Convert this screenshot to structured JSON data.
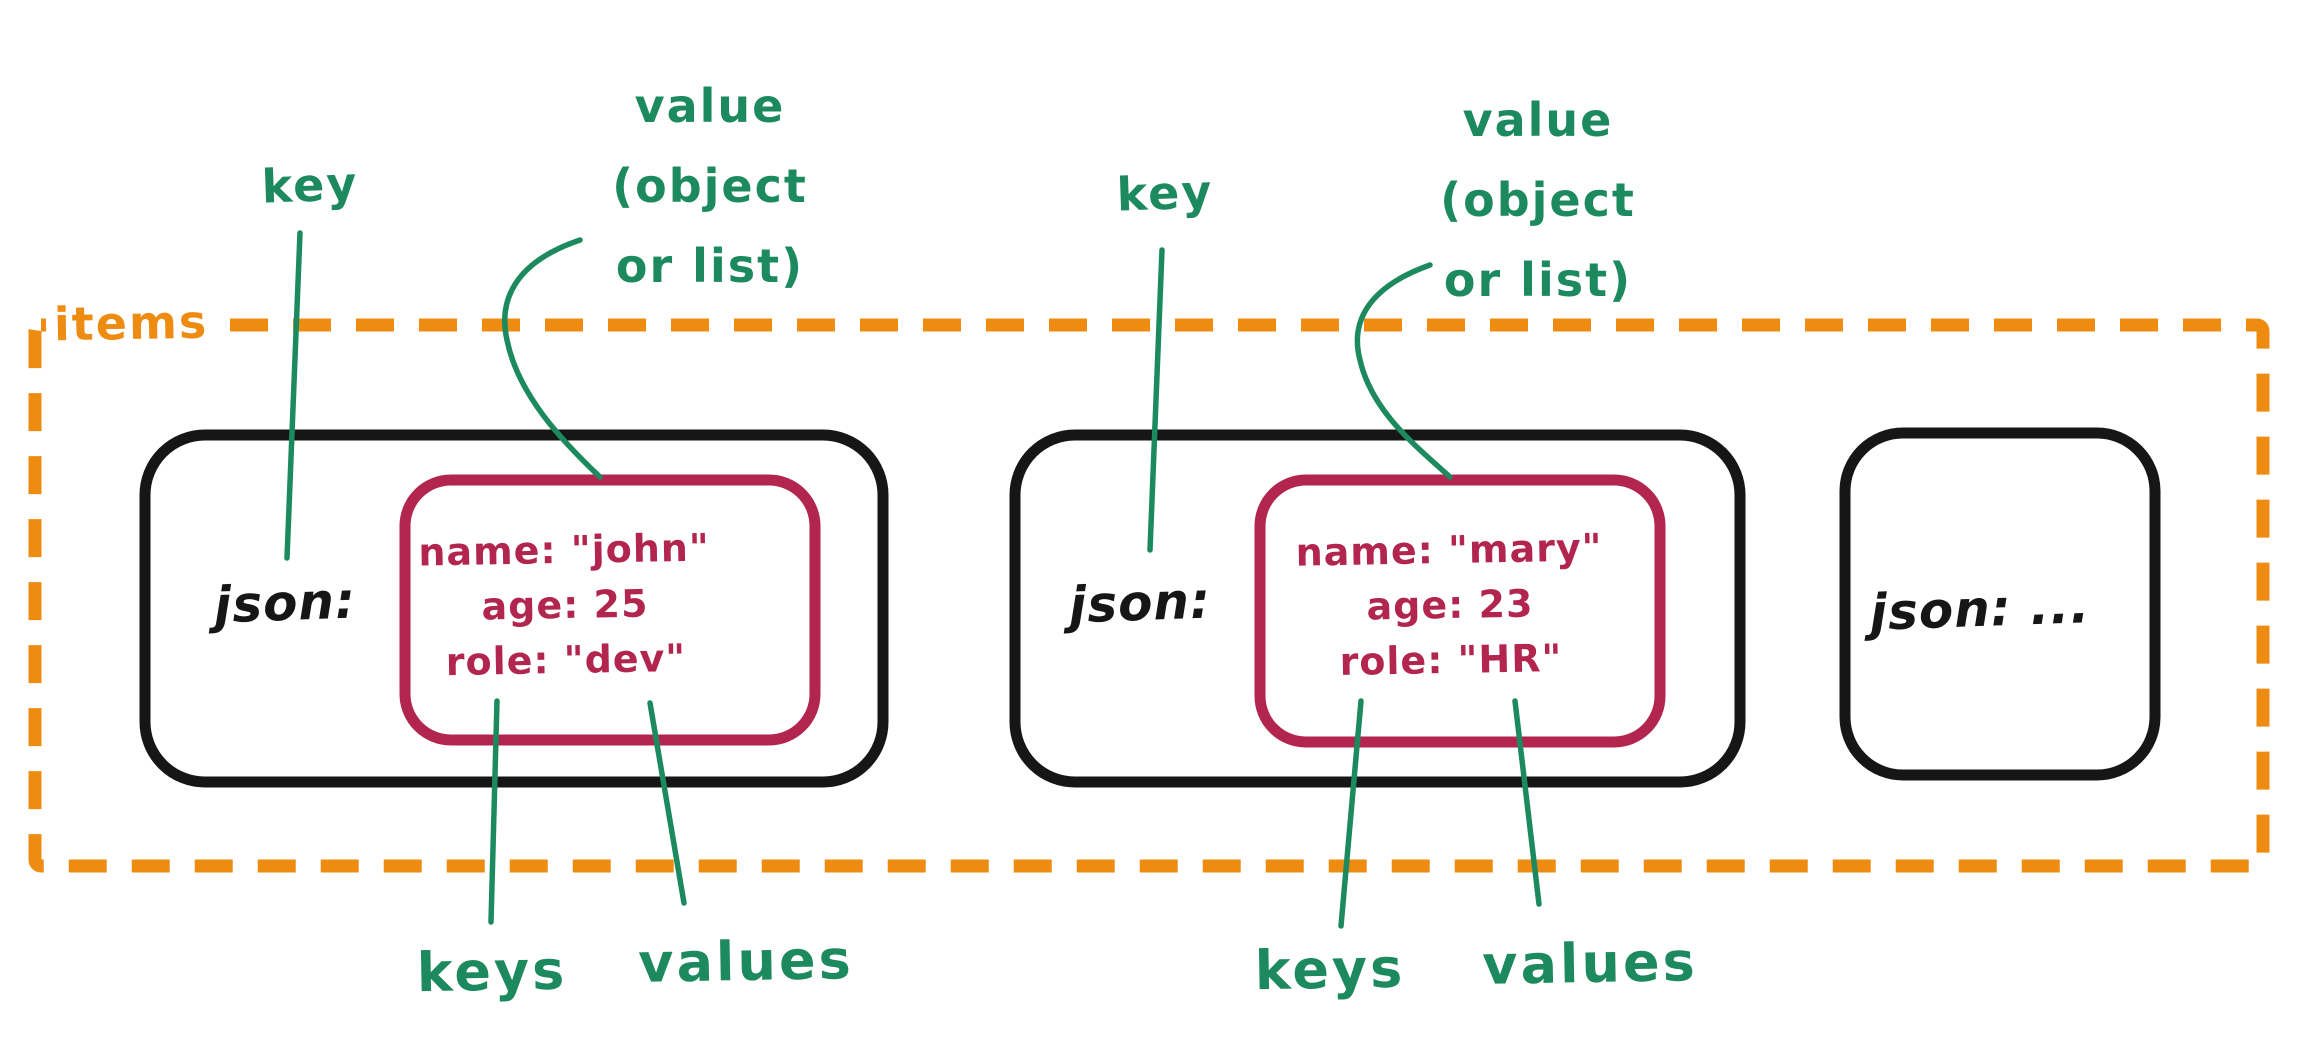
{
  "colors": {
    "green": "#1c8a5e",
    "orange": "#ee8c12",
    "crimson": "#b1254e",
    "ink": "#161616"
  },
  "container": {
    "label": "items"
  },
  "annotations": {
    "left": {
      "key": "key",
      "value_lines": [
        "value",
        "(object",
        "or list)"
      ],
      "keys": "keys",
      "values": "values"
    },
    "right": {
      "key": "key",
      "value_lines": [
        "value",
        "(object",
        "or list)"
      ],
      "keys": "keys",
      "values": "values"
    }
  },
  "cards": [
    {
      "key_label": "json:",
      "object_lines": [
        "name: \"john\"",
        "age: 25",
        "role: \"dev\""
      ]
    },
    {
      "key_label": "json:",
      "object_lines": [
        "name: \"mary\"",
        "age: 23",
        "role: \"HR\""
      ]
    },
    {
      "key_label": "json: ...",
      "object_lines": []
    }
  ]
}
